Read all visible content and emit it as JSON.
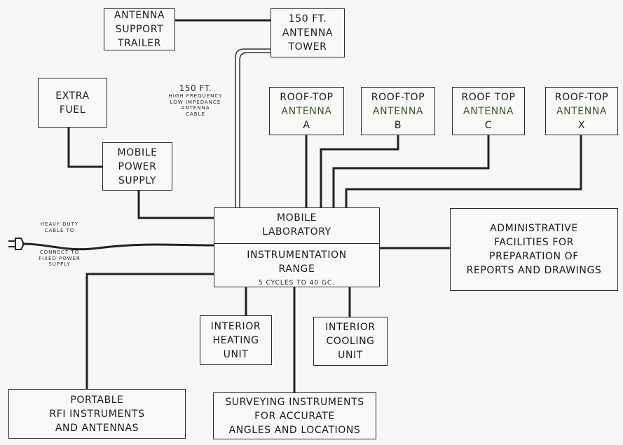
{
  "boxes": {
    "antenna_support_trailer": [
      "ANTENNA",
      "SUPPORT",
      "TRAILER"
    ],
    "antenna_tower": [
      "150 FT.",
      "ANTENNA",
      "TOWER"
    ],
    "extra_fuel": [
      "EXTRA",
      "FUEL"
    ],
    "mobile_power_supply": [
      "MOBILE",
      "POWER",
      "SUPPLY"
    ],
    "roof_top_a": [
      "ROOF-TOP",
      "ANTENNA",
      "A"
    ],
    "roof_top_b": [
      "ROOF-TOP",
      "ANTENNA",
      "B"
    ],
    "roof_top_c": [
      "ROOF TOP",
      "ANTENNA",
      "C"
    ],
    "roof_top_x": [
      "ROOF-TOP",
      "ANTENNA",
      "X"
    ],
    "mobile_laboratory": {
      "top": [
        "MOBILE",
        "LABORATORY"
      ],
      "bottom": [
        "INSTRUMENTATION",
        "RANGE"
      ],
      "range": "5 CYCLES TO 40 GC."
    },
    "administrative": [
      "ADMINISTRATIVE",
      "FACILITIES FOR",
      "PREPARATION OF",
      "REPORTS AND DRAWINGS"
    ],
    "interior_heating": [
      "INTERIOR",
      "HEATING",
      "UNIT"
    ],
    "interior_cooling": [
      "INTERIOR",
      "COOLING",
      "UNIT"
    ],
    "portable_rfi": [
      "PORTABLE",
      "RFI INSTRUMENTS",
      "AND ANTENNAS"
    ],
    "surveying": [
      "SURVEYING INSTRUMENTS",
      "FOR ACCURATE",
      "ANGLES AND LOCATIONS"
    ]
  },
  "notes": {
    "antenna_cable": [
      "150 FT.",
      "HIGH FREQUENCY",
      "LOW IMPEDANCE",
      "ANTENNA",
      "CABLE"
    ],
    "heavy_duty_cable": [
      "HEAVY DUTY",
      "CABLE TO"
    ],
    "connect_power": [
      "CONNECT TO",
      "FIXED POWER",
      "SUPPLY"
    ]
  }
}
